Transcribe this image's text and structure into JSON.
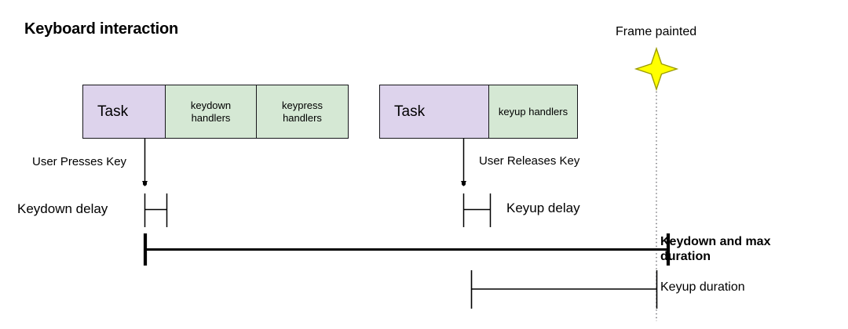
{
  "diagram": {
    "title": "Keyboard interaction",
    "background_color": "#ffffff",
    "colors": {
      "task_fill": "#ddd3ec",
      "handler_fill": "#d5e8d4",
      "stroke": "#16161a",
      "star_fill": "#ffff00",
      "star_stroke": "#b3b300",
      "text": "#000000"
    }
  },
  "timeline_top": {
    "groups": [
      {
        "name": "keydown-task-group",
        "segments": [
          {
            "label": "Task",
            "kind": "task"
          },
          {
            "label": "keydown\nhandlers",
            "line1": "keydown",
            "line2": "handlers",
            "kind": "handler"
          },
          {
            "label": "keypress\nhandlers",
            "line1": "keypress",
            "line2": "handlers",
            "kind": "handler"
          }
        ]
      },
      {
        "name": "keyup-task-group",
        "segments": [
          {
            "label": "Task",
            "kind": "task"
          },
          {
            "label": "keyup handlers",
            "line1": "keyup handlers",
            "line2": "",
            "kind": "handler"
          }
        ]
      }
    ]
  },
  "markers": {
    "frame_painted_label": "Frame painted",
    "frame_painted_icon": "four-point-star-icon",
    "press_event_label": "User Presses Key",
    "release_event_label": "User Releases Key"
  },
  "measures": [
    {
      "id": "keydown-delay",
      "label": "Keydown delay",
      "bold": false
    },
    {
      "id": "keyup-delay",
      "label": "Keyup delay",
      "bold": false
    },
    {
      "id": "keydown-max-duration",
      "label": "Keydown and max duration",
      "label_line1": "Keydown and max",
      "label_line2": "duration",
      "bold": true
    },
    {
      "id": "keyup-duration",
      "label": "Keyup duration",
      "bold": false
    }
  ]
}
